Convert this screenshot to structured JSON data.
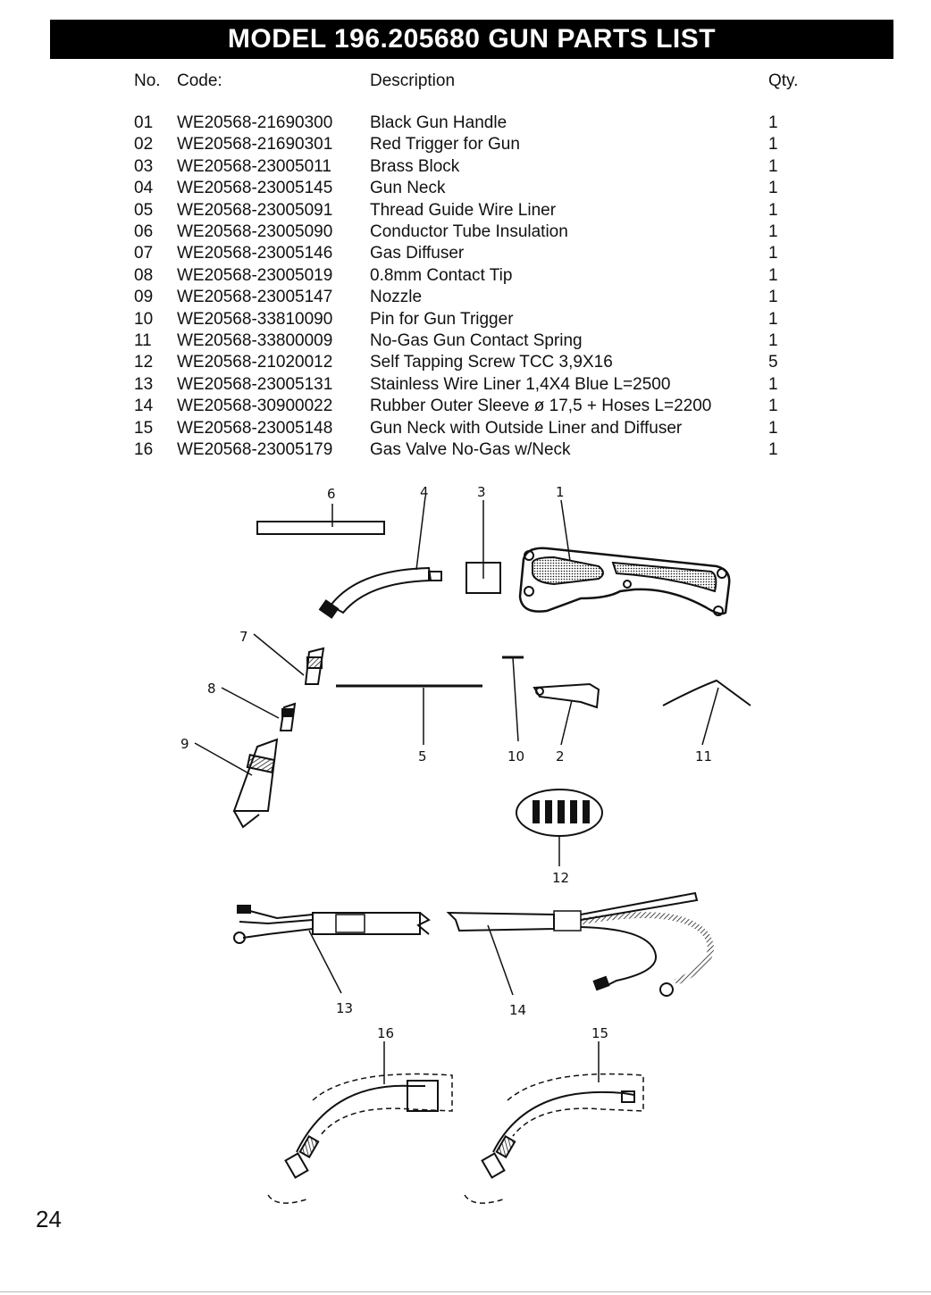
{
  "title": "MODEL 196.205680 GUN PARTS LIST",
  "columns": {
    "no": "No.",
    "code": "Code:",
    "description": "Description",
    "qty": "Qty."
  },
  "parts": [
    {
      "no": "01",
      "code": "WE20568-21690300",
      "description": "Black Gun Handle",
      "qty": "1"
    },
    {
      "no": "02",
      "code": "WE20568-21690301",
      "description": "Red Trigger for Gun",
      "qty": "1"
    },
    {
      "no": "03",
      "code": "WE20568-23005011",
      "description": "Brass Block",
      "qty": "1"
    },
    {
      "no": "04",
      "code": "WE20568-23005145",
      "description": "Gun Neck",
      "qty": "1"
    },
    {
      "no": "05",
      "code": "WE20568-23005091",
      "description": "Thread Guide Wire Liner",
      "qty": "1"
    },
    {
      "no": "06",
      "code": "WE20568-23005090",
      "description": "Conductor Tube Insulation",
      "qty": "1"
    },
    {
      "no": "07",
      "code": "WE20568-23005146",
      "description": "Gas Diffuser",
      "qty": "1"
    },
    {
      "no": "08",
      "code": "WE20568-23005019",
      "description": "0.8mm Contact Tip",
      "qty": "1"
    },
    {
      "no": "09",
      "code": "WE20568-23005147",
      "description": "Nozzle",
      "qty": "1"
    },
    {
      "no": "10",
      "code": "WE20568-33810090",
      "description": "Pin for Gun Trigger",
      "qty": "1"
    },
    {
      "no": "11",
      "code": "WE20568-33800009",
      "description": "No-Gas Gun Contact Spring",
      "qty": "1"
    },
    {
      "no": "12",
      "code": "WE20568-21020012",
      "description": "Self Tapping Screw TCC 3,9X16",
      "qty": "5"
    },
    {
      "no": "13",
      "code": "WE20568-23005131",
      "description": "Stainless Wire Liner  1,4X4 Blue L=2500",
      "qty": "1"
    },
    {
      "no": "14",
      "code": "WE20568-30900022",
      "description": "Rubber Outer Sleeve ø 17,5 + Hoses L=2200",
      "qty": "1"
    },
    {
      "no": "15",
      "code": "WE20568-23005148",
      "description": "Gun Neck with Outside Liner and Diffuser",
      "qty": "1"
    },
    {
      "no": "16",
      "code": "WE20568-23005179",
      "description": "Gas Valve No-Gas w/Neck",
      "qty": "1"
    }
  ],
  "callouts": {
    "c1": "1",
    "c2": "2",
    "c3": "3",
    "c4": "4",
    "c5": "5",
    "c6": "6",
    "c7": "7",
    "c8": "8",
    "c9": "9",
    "c10": "10",
    "c11": "11",
    "c12": "12",
    "c13": "13",
    "c14": "14",
    "c15": "15",
    "c16": "16"
  },
  "page_number": "24"
}
